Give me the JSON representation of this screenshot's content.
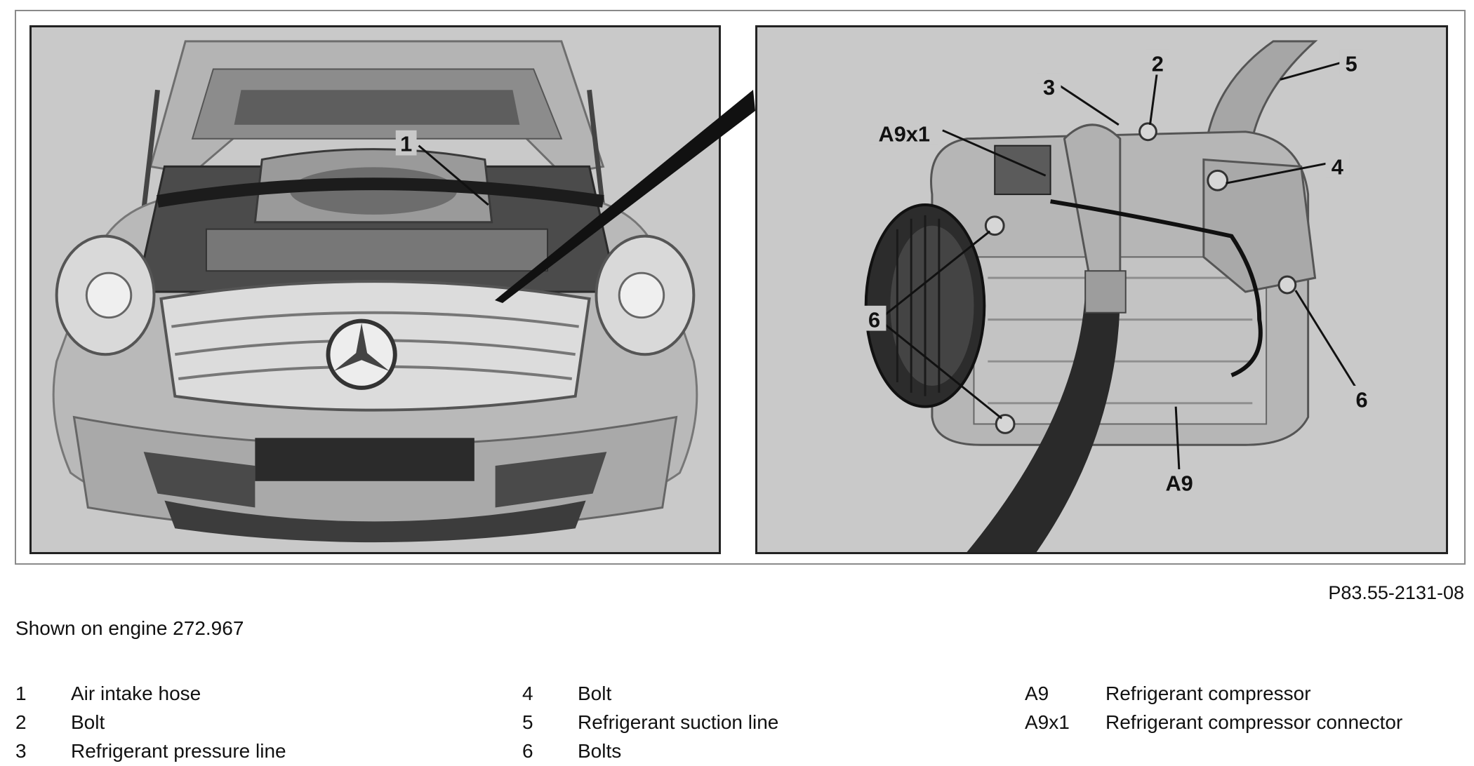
{
  "figure_id": "P83.55-2131-08",
  "caption": "Shown on engine 272.967",
  "callouts": {
    "c1": "1",
    "c2": "2",
    "c3": "3",
    "c4": "4",
    "c5": "5",
    "c6a": "6",
    "c6b": "6",
    "a9": "A9",
    "a9x1": "A9x1"
  },
  "legend": {
    "col1": [
      {
        "key": "1",
        "label": "Air intake hose"
      },
      {
        "key": "2",
        "label": "Bolt"
      },
      {
        "key": "3",
        "label": "Refrigerant pressure line"
      }
    ],
    "col2": [
      {
        "key": "4",
        "label": "Bolt"
      },
      {
        "key": "5",
        "label": "Refrigerant suction line"
      },
      {
        "key": "6",
        "label": "Bolts"
      }
    ],
    "col3": [
      {
        "key": "A9",
        "label": "Refrigerant compressor"
      },
      {
        "key": "A9x1",
        "label": "Refrigerant compressor connector"
      }
    ]
  }
}
